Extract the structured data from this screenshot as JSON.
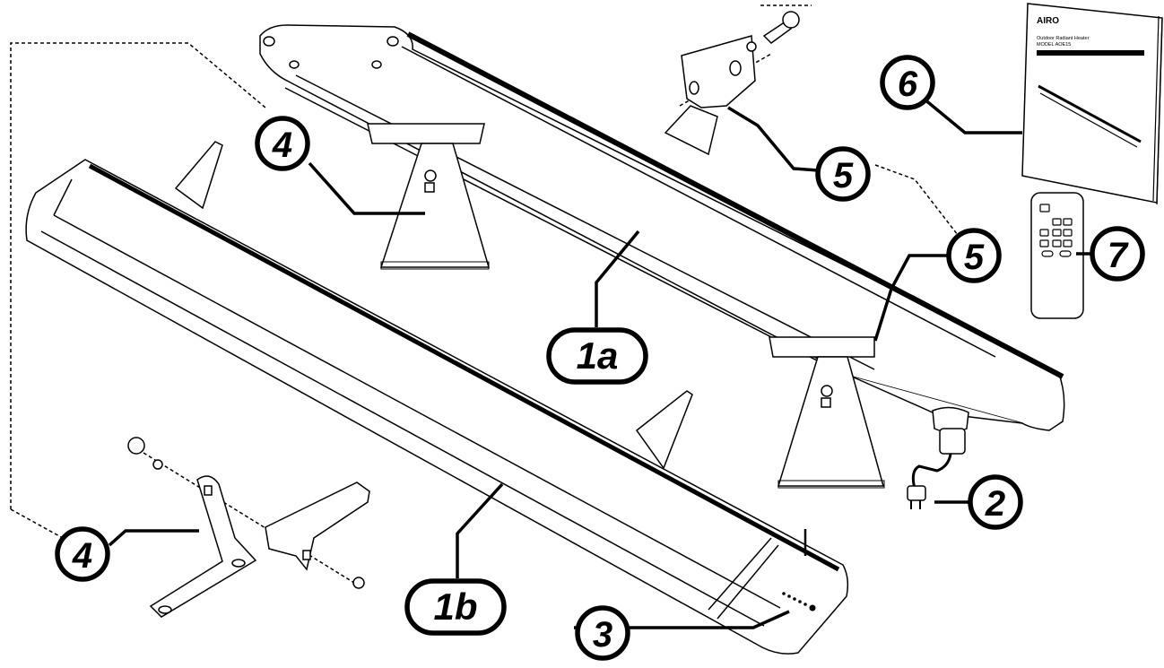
{
  "callouts": {
    "c1a": "1a",
    "c1b": "1b",
    "c2": "2",
    "c3": "3",
    "c4_upper": "4",
    "c4_lower": "4",
    "c5_upper": "5",
    "c5_lower": "5",
    "c6": "6",
    "c7": "7"
  },
  "manual": {
    "brand": "AIRO",
    "title_line1": "Outdoor Radiant Heater",
    "title_line2": "MODEL AOE15"
  }
}
